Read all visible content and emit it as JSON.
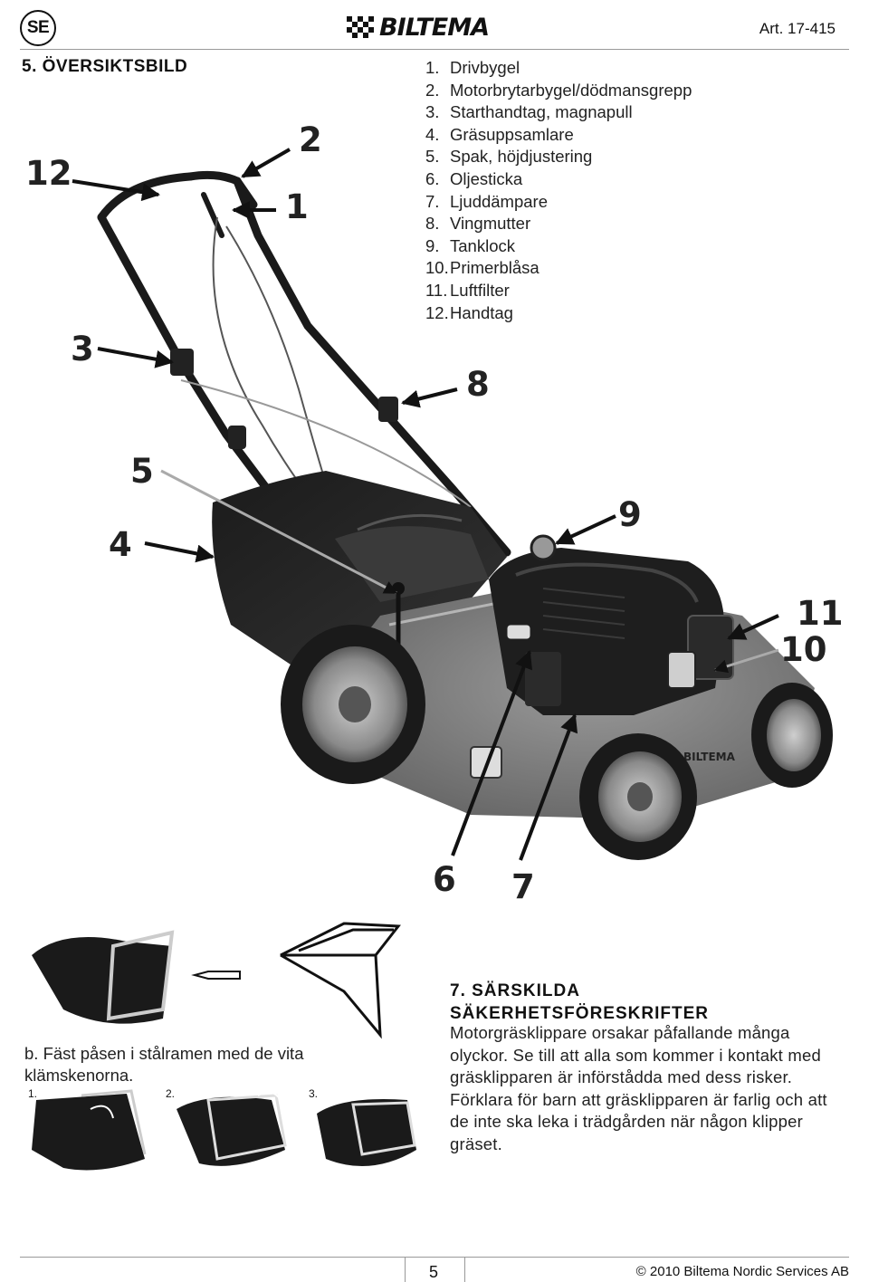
{
  "header": {
    "language_badge": "SE",
    "brand": "BILTEMA",
    "article": "Art. 17-415"
  },
  "section5": {
    "title": "5. ÖVERSIKTSBILD",
    "parts": [
      {
        "num": "1.",
        "label": "Drivbygel"
      },
      {
        "num": "2.",
        "label": "Motorbrytarbygel/dödmansgrepp"
      },
      {
        "num": "3.",
        "label": "Starthandtag, magnapull"
      },
      {
        "num": "4.",
        "label": "Gräsuppsamlare"
      },
      {
        "num": "5.",
        "label": "Spak, höjdjustering"
      },
      {
        "num": "6.",
        "label": "Oljesticka"
      },
      {
        "num": "7.",
        "label": "Ljuddämpare"
      },
      {
        "num": "8.",
        "label": "Vingmutter"
      },
      {
        "num": "9.",
        "label": "Tanklock"
      },
      {
        "num": "10.",
        "label": "Primerblåsa"
      },
      {
        "num": "11.",
        "label": "Luftfilter"
      },
      {
        "num": "12.",
        "label": "Handtag"
      }
    ],
    "callouts": [
      "12",
      "2",
      "1",
      "3",
      "8",
      "5",
      "9",
      "4",
      "11",
      "10",
      "6",
      "7"
    ]
  },
  "assembly": {
    "text": "b. Fäst påsen i stålramen med de vita klämskenorna.",
    "steps": [
      "1.",
      "2.",
      "3."
    ]
  },
  "section7": {
    "title_line1": "7. SÄRSKILDA",
    "title_line2": "SÄKERHETSFÖRESKRIFTER",
    "body": "Motorgräsklippare orsakar påfallande många olyckor. Se till att alla som kommer i kontakt med gräsklipparen är införstådda med dess risker. Förklara för barn att gräsklipparen är farlig och att de inte ska leka i trädgården när någon klipper gräset."
  },
  "footer": {
    "page": "5",
    "copyright": "© 2010 Biltema Nordic Services AB"
  }
}
